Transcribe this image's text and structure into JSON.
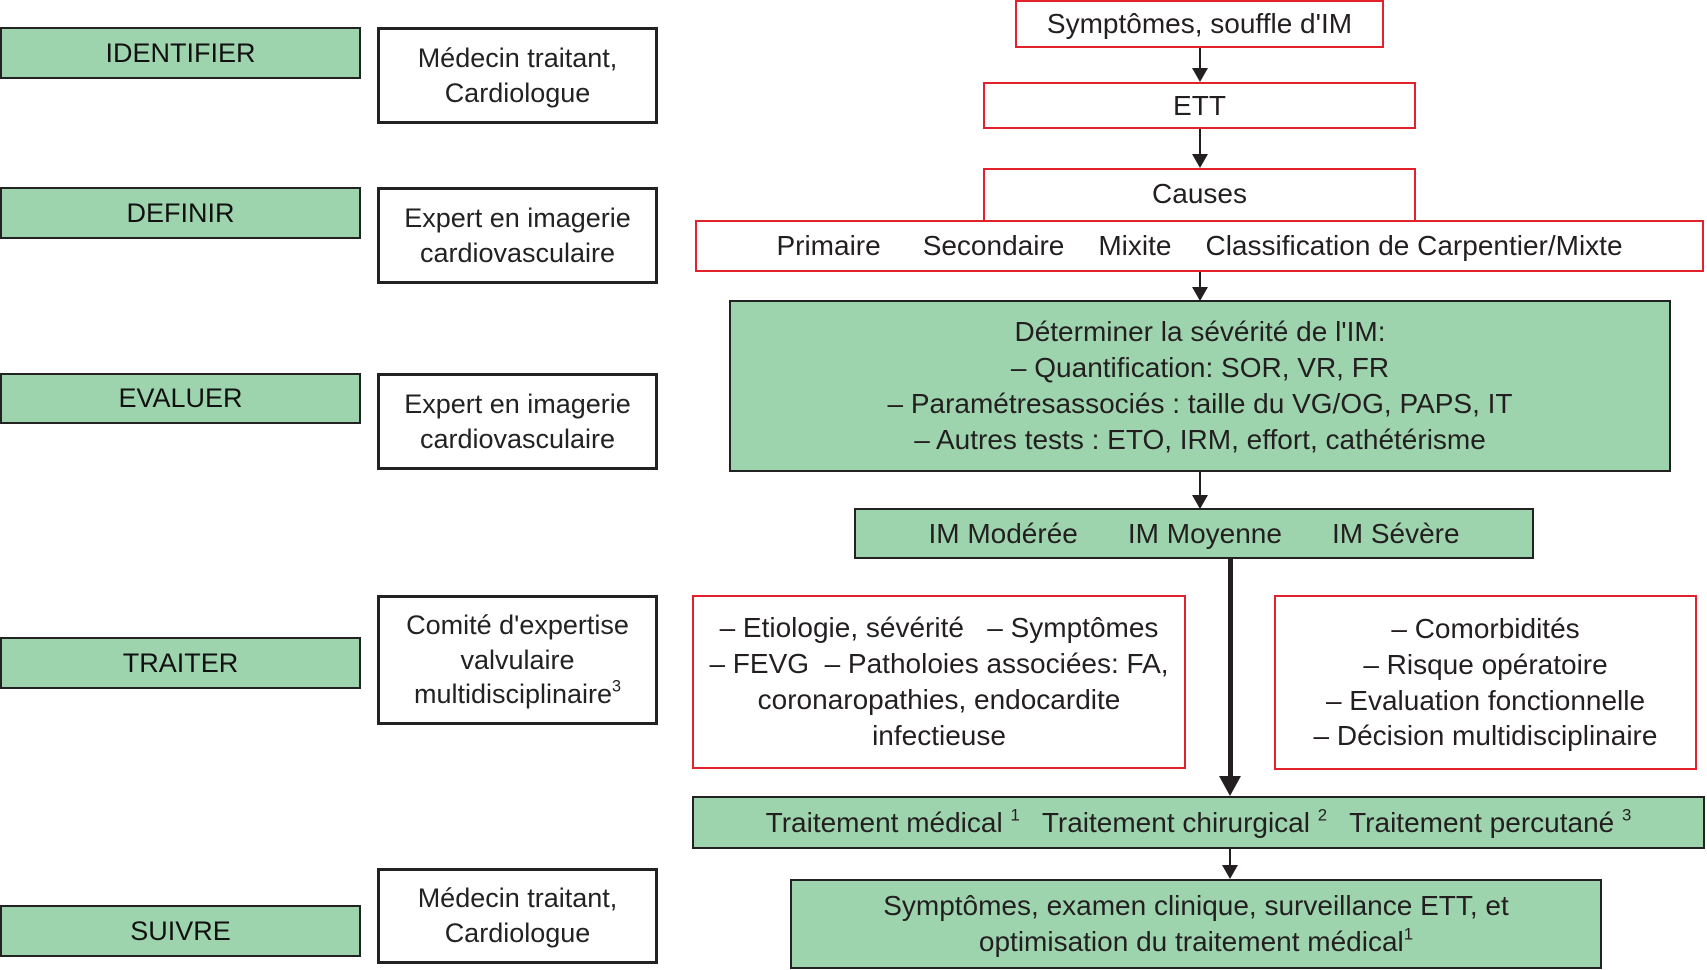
{
  "stages": [
    {
      "label": "IDENTIFIER",
      "actor": [
        "Médecin traitant,",
        "Cardiologue"
      ],
      "actor_sup": ""
    },
    {
      "label": "DEFINIR",
      "actor": [
        "Expert en imagerie",
        "cardiovasculaire"
      ],
      "actor_sup": ""
    },
    {
      "label": "EVALUER",
      "actor": [
        "Expert en imagerie",
        "cardiovasculaire"
      ],
      "actor_sup": ""
    },
    {
      "label": "TRAITER",
      "actor": [
        "Comité d'expertise",
        "valvulaire",
        "multidisciplinaire"
      ],
      "actor_sup": "3"
    },
    {
      "label": "SUIVRE",
      "actor": [
        "Médecin traitant,",
        "Cardiologue"
      ],
      "actor_sup": ""
    }
  ],
  "flow": {
    "symptoms": "Symptômes, souffle d'IM",
    "ett": "ETT",
    "causes": "Causes",
    "cause_types": [
      "Primaire",
      "Secondaire",
      "Mixite",
      "Classification de Carpentier/Mixte"
    ],
    "severity": [
      "Déterminer la sévérité de l'IM:",
      "– Quantification: SOR, VR, FR",
      "– Paramétresassociés : taille du VG/OG, PAPS, IT",
      "– Autres tests : ETO, IRM, effort, cathétérisme"
    ],
    "grades": [
      "IM Modérée",
      "IM Moyenne",
      "IM Sévère"
    ],
    "left_factors": [
      "– Etiologie, sévérité   – Symptômes",
      "– FEVG  – Patholoies associées: FA,",
      "coronaropathies, endocardite",
      "infectieuse"
    ],
    "right_factors": [
      "– Comorbidités",
      "– Risque opératoire",
      "– Evaluation fonctionnelle",
      "– Décision multidisciplinaire"
    ],
    "treatments": [
      {
        "label": "Traitement médical",
        "sup": "1"
      },
      {
        "label": "Traitement chirurgical",
        "sup": "2"
      },
      {
        "label": "Traitement percutané",
        "sup": "3"
      }
    ],
    "followup": [
      "Symptômes, examen clinique, surveillance ETT, et",
      "optimisation du traitement médical"
    ],
    "followup_sup": "1"
  },
  "colors": {
    "green_fill": "#9dd4ae",
    "red_border": "#e3212c",
    "dark": "#231f20"
  }
}
